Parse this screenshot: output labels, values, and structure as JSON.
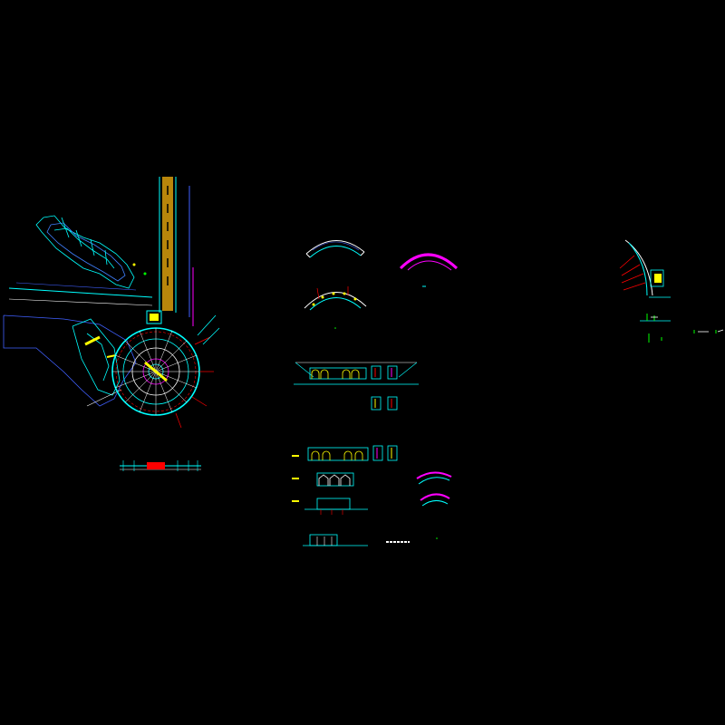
{
  "app": {
    "title": "",
    "background": "#000000"
  },
  "palette": {
    "cyan": "#00ffff",
    "white": "#ffffff",
    "red": "#ff0000",
    "yellow": "#ffff00",
    "magenta": "#ff00ff",
    "green": "#00ff00",
    "gold": "#b8860b",
    "blue": "#4060ff"
  },
  "plan": {
    "label_a": "",
    "label_b": ""
  },
  "drawing_groups": [
    "site-plan",
    "plaza-plan",
    "arc-plan-top",
    "arc-plan-magenta",
    "arc-plan-bottom",
    "long-elevation",
    "elevation-set",
    "right-detail"
  ]
}
